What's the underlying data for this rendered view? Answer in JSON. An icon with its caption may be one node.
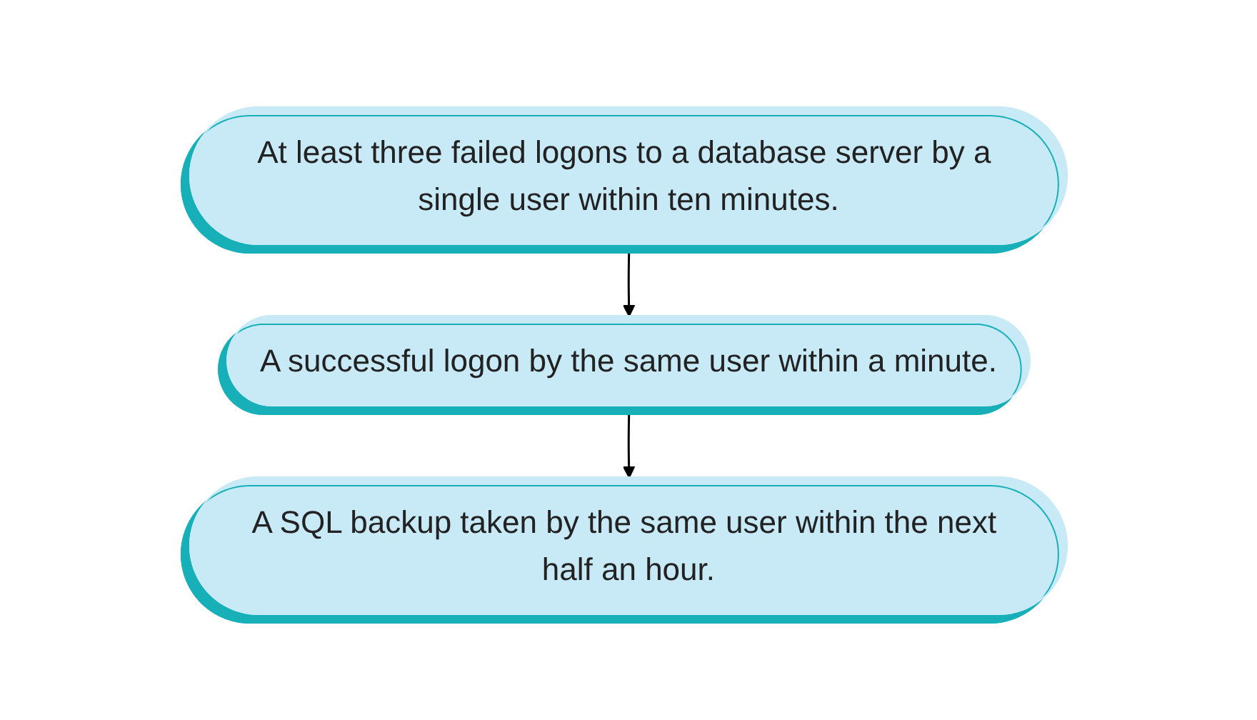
{
  "diagram": {
    "nodes": [
      {
        "text": [
          "At least three failed logons to a database server by a single user within ten minutes."
        ]
      },
      {
        "text": [
          "A successful logon by the same user within a minute."
        ]
      },
      {
        "text": [
          "A SQL backup taken by the same user within the next half an hour."
        ]
      }
    ],
    "edges": [
      {
        "from": 0,
        "to": 1,
        "arrow": "to"
      },
      {
        "from": 1,
        "to": 2,
        "arrow": "to"
      }
    ]
  }
}
